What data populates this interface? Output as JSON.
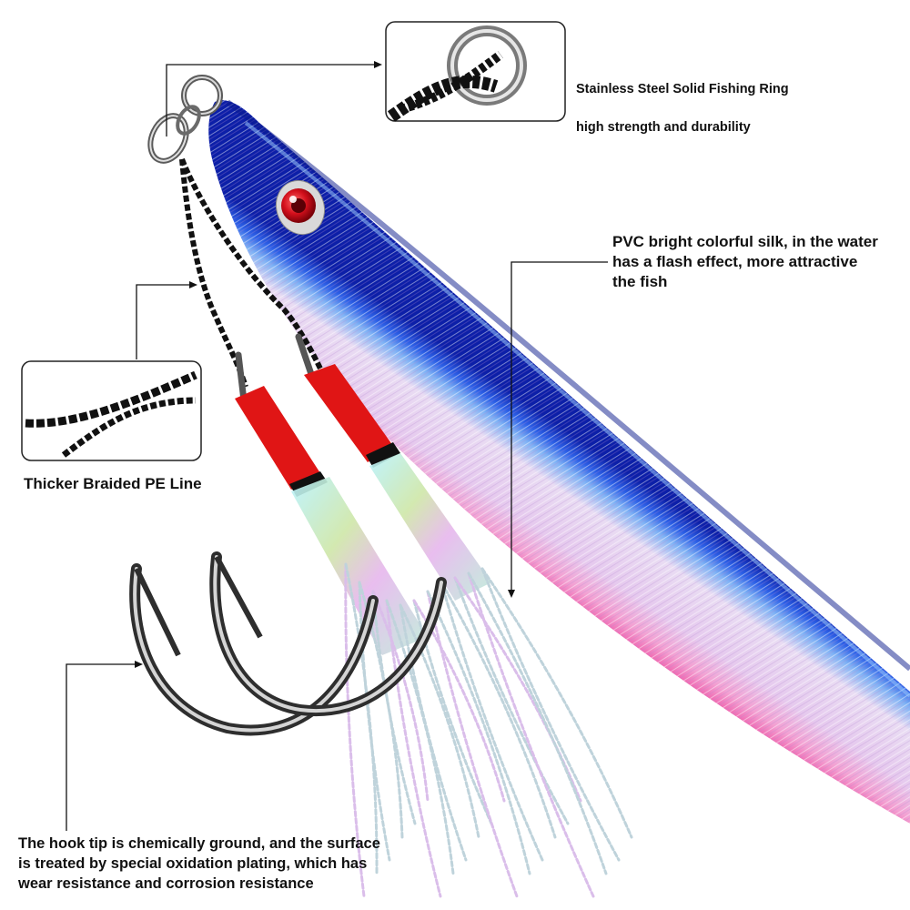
{
  "callouts": {
    "ring": {
      "title": "Stainless Steel Solid Fishing Ring",
      "text": "high strength and durability"
    },
    "pvc": {
      "text": "PVC bright colorful silk, in the water\nhas a flash effect, more attractive\nthe fish"
    },
    "line": {
      "text": "Thicker Braided PE Line"
    },
    "hook": {
      "text": "The hook tip is chemically ground, and the surface\nis treated by special oxidation plating, which has\nwear resistance and corrosion resistance"
    }
  },
  "colors": {
    "jig_back": "#1f3fd6",
    "jig_belly": "#f06ab4",
    "jig_side": "#e8d8f2",
    "eye": "#d4101c",
    "thread": "#e01515",
    "braid": "#111111",
    "hook": "#4a4a4a",
    "callout_line": "#111111"
  }
}
